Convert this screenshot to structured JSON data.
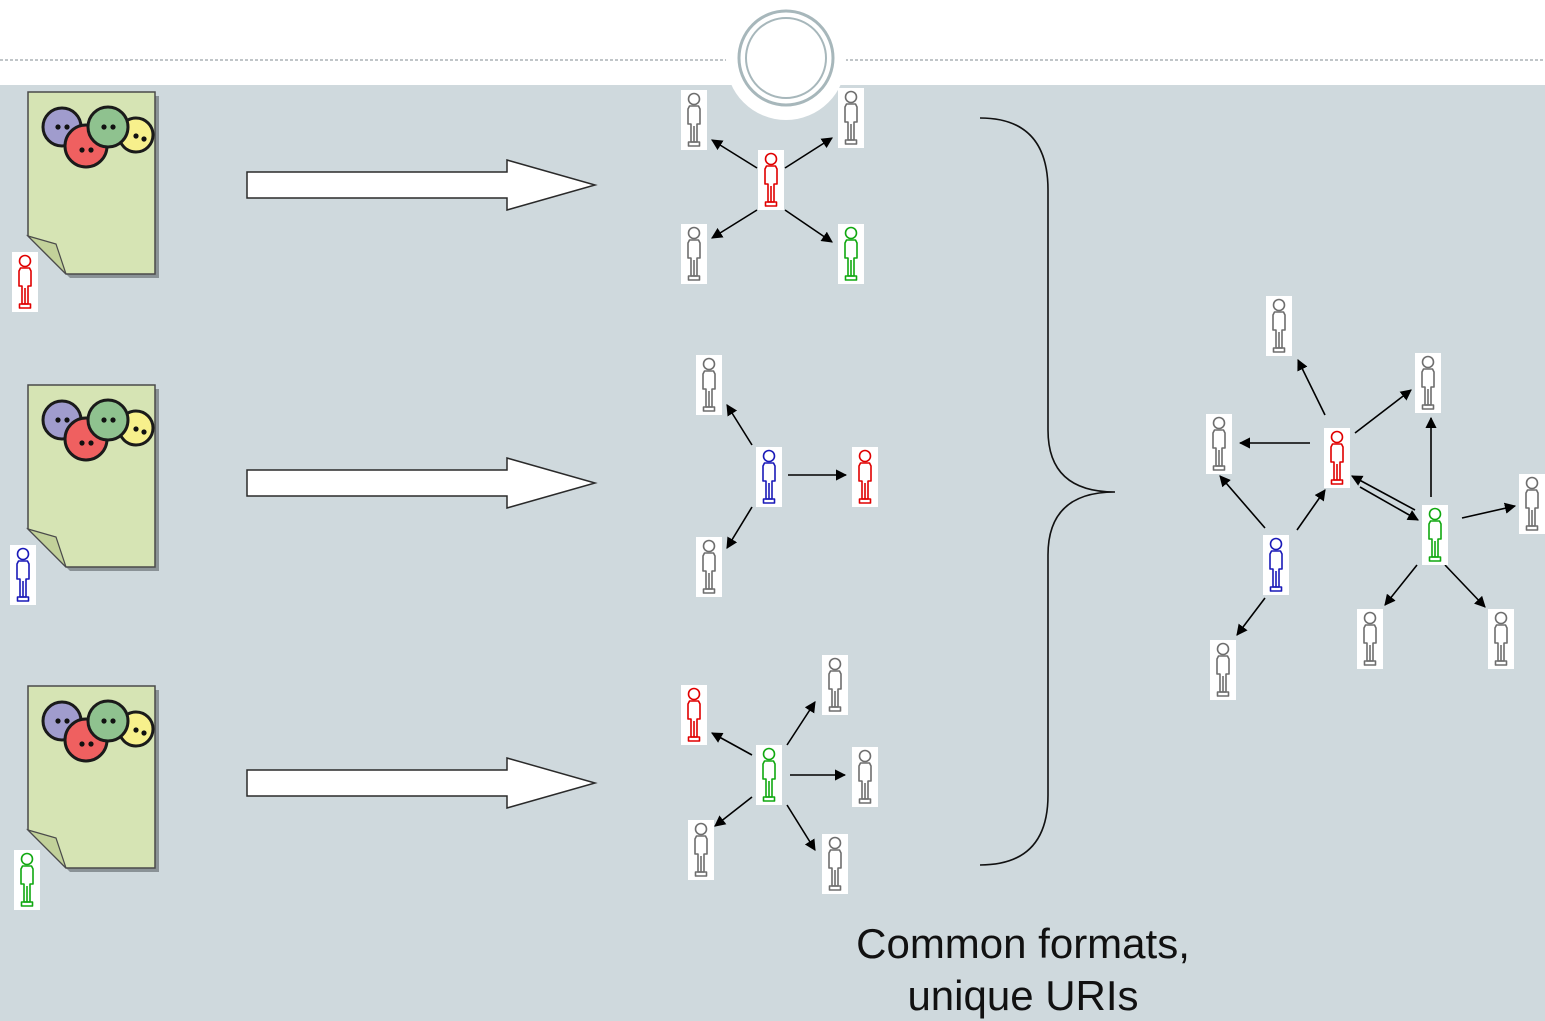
{
  "caption": {
    "line1": "Common formats,",
    "line2": "unique URIs"
  },
  "palette": {
    "background": "#cfd9dd",
    "document": "#d6e4b4",
    "document_fold": "#c2d19a",
    "person_gray": "#6e6e6e",
    "person_red": "#e00000",
    "person_blue": "#1a1ab8",
    "person_green": "#10a810"
  },
  "sources": [
    {
      "icon": "document-icon",
      "logo": "foaf-logo-icon",
      "owner": "red"
    },
    {
      "icon": "document-icon",
      "logo": "foaf-logo-icon",
      "owner": "blue"
    },
    {
      "icon": "document-icon",
      "logo": "foaf-logo-icon",
      "owner": "green"
    }
  ],
  "icons": {
    "person": "person-icon",
    "document": "document-icon",
    "logo": "foaf-logo-icon",
    "arrow": "block-arrow-icon",
    "brace": "curly-brace-icon"
  }
}
